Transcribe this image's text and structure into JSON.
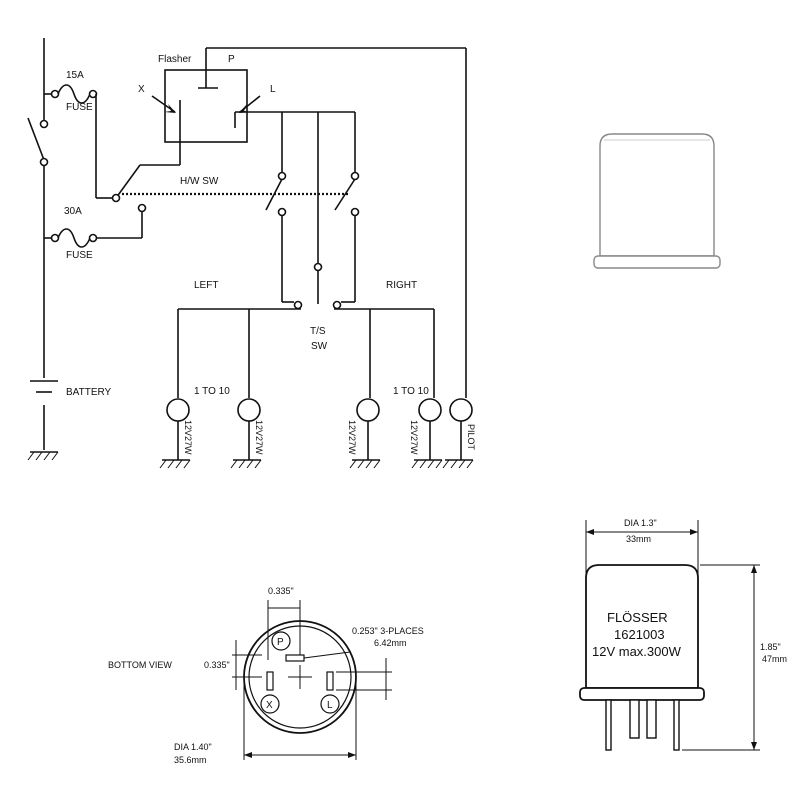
{
  "schematic": {
    "fuse_15a": "15A",
    "fuse_15a_label": "FUSE",
    "fuse_30a": "30A",
    "fuse_30a_label": "FUSE",
    "battery": "BATTERY",
    "flasher": "Flasher",
    "terminal_p": "P",
    "terminal_x": "X",
    "terminal_l": "L",
    "hw_switch": "H/W SW",
    "left": "LEFT",
    "right": "RIGHT",
    "ts_line1": "T/S",
    "ts_line2": "SW",
    "lamp_count_left": "1 TO 10",
    "lamp_count_right": "1 TO 10",
    "lamp_rating": "12V27W",
    "pilot": "PILOT"
  },
  "bottom_view": {
    "title": "BOTTOM VIEW",
    "dim_top": "0.335\"",
    "dim_left": "0.335\"",
    "dim_pin": "0.253\" 3-PLACES",
    "dim_pin_mm": "6.42mm",
    "dim_dia": "DIA 1.40\"",
    "dim_dia_mm": "35.6mm",
    "pin_p": "P",
    "pin_x": "X",
    "pin_l": "L"
  },
  "side_view": {
    "dim_dia": "DIA 1.3\"",
    "dim_dia_mm": "33mm",
    "dim_height": "1.85\"",
    "dim_height_mm": "47mm",
    "brand": "FLÖSSER",
    "part_number": "1621003",
    "rating": "12V max.300W"
  }
}
